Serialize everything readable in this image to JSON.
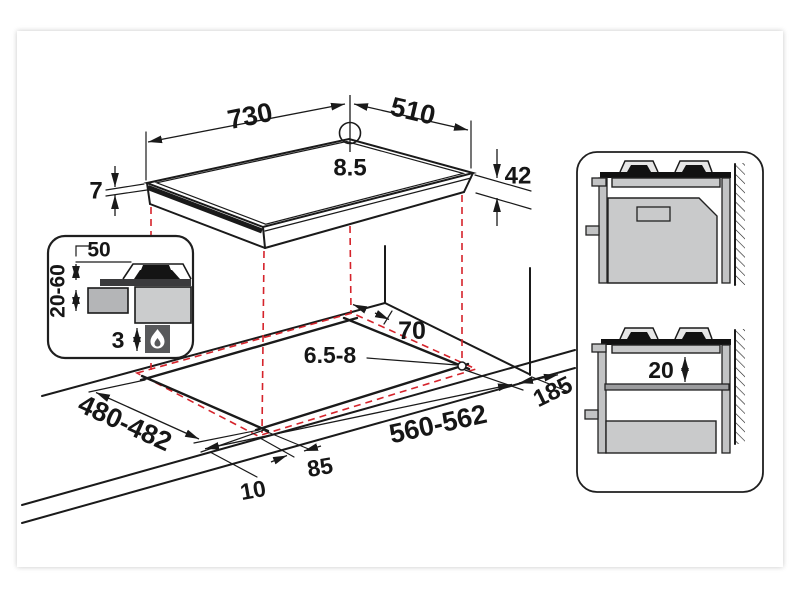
{
  "meta": {
    "title": "Built-in gas hob installation diagram",
    "units": "mm"
  },
  "colors": {
    "line": "#1a1a1a",
    "guide_red": "#d5232b",
    "fill_light": "#c9cacb",
    "fill_mid": "#b4b5b7",
    "fill_dark": "#3a3a3c",
    "flame_box": "#58595b"
  },
  "icons": {
    "gas_flame": "flame-icon",
    "fixing_hole": "circle-marker"
  },
  "dims": {
    "hob_width": "730",
    "hob_depth": "510",
    "hole_diameter": "8.5",
    "hob_body_height": "42",
    "glass_thickness": "7",
    "inset_top_clearance": "50",
    "worktop_thickness": "20-60",
    "inset_bottom_gap": "3",
    "cutout_rear_clearance": "70",
    "fixing_hole_diameter": "6.5-8",
    "cutout_depth": "480-482",
    "cutout_width": "560-562",
    "side_overhang": "85",
    "front_edge_distance": "10",
    "right_wall_distance": "185",
    "shelf_clearance": "20"
  }
}
